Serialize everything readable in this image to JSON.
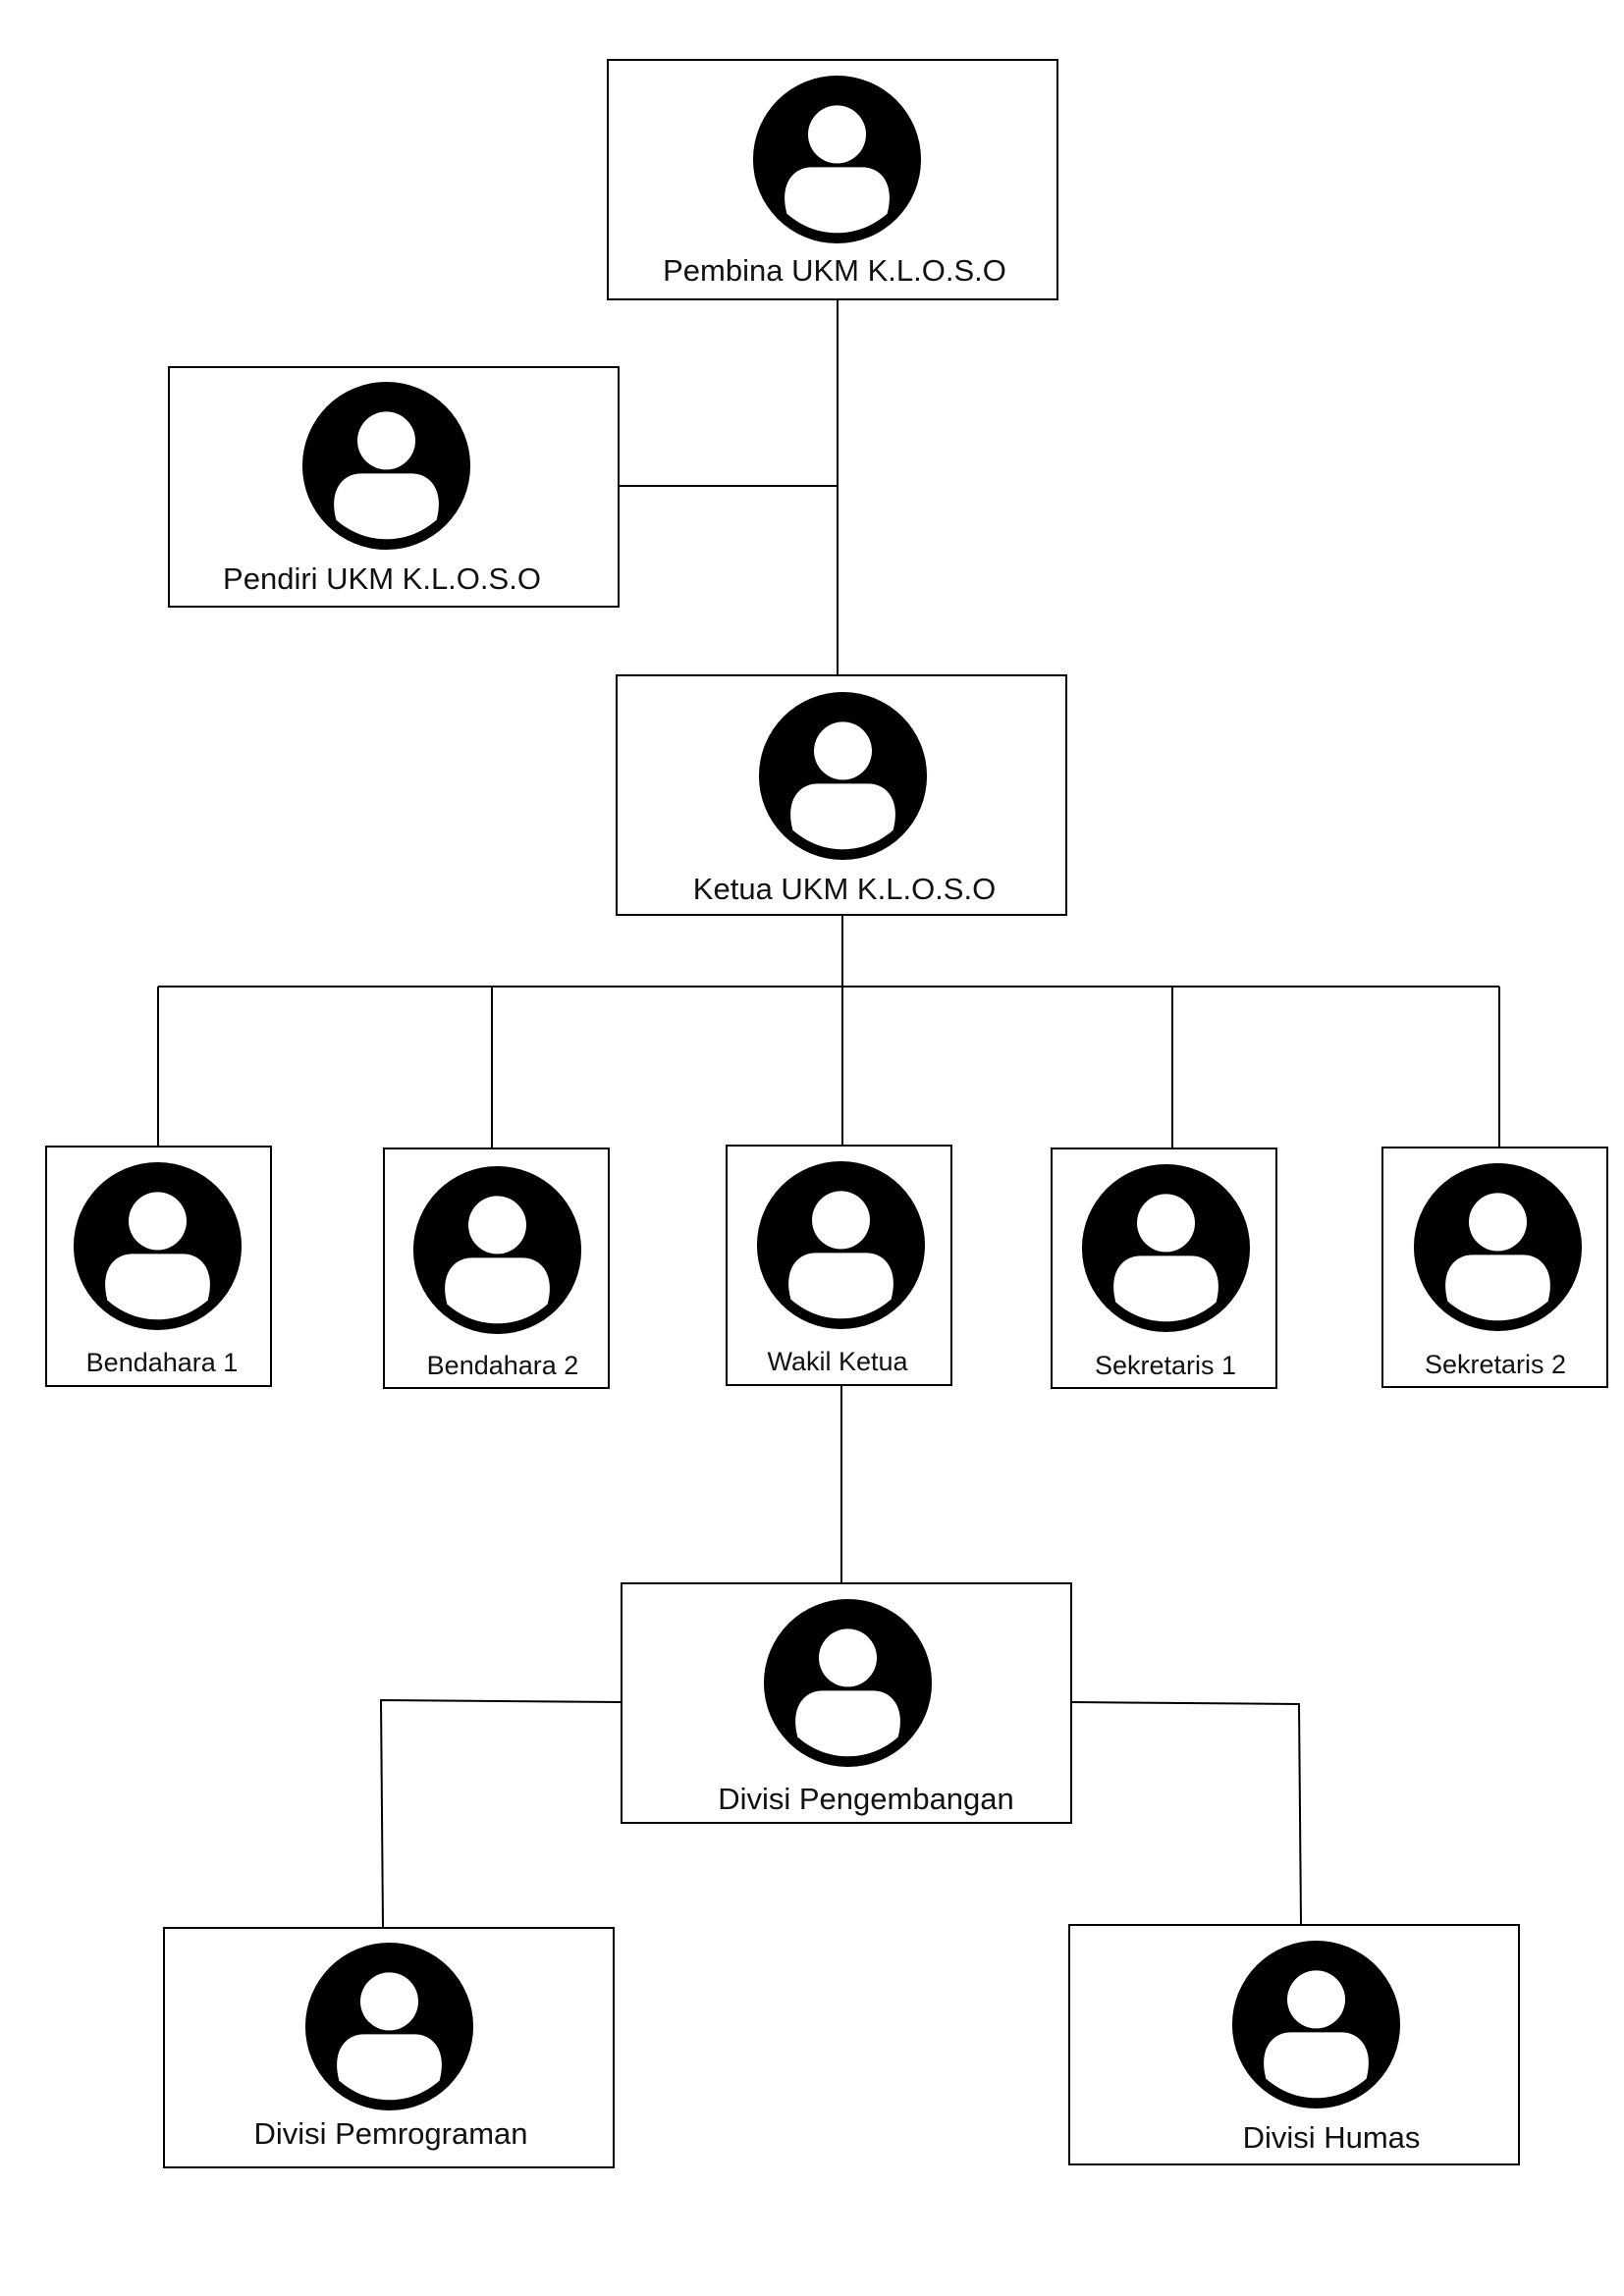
{
  "org_chart": {
    "nodes": [
      {
        "id": "pembina",
        "label": "Pembina UKM K.L.O.S.O",
        "icon": "user-avatar-icon"
      },
      {
        "id": "pendiri",
        "label": "Pendiri UKM K.L.O.S.O",
        "icon": "user-avatar-icon"
      },
      {
        "id": "ketua",
        "label": "Ketua UKM K.L.O.S.O",
        "icon": "user-avatar-icon"
      },
      {
        "id": "bendahara-1",
        "label": "Bendahara 1",
        "icon": "user-avatar-icon"
      },
      {
        "id": "bendahara-2",
        "label": "Bendahara 2",
        "icon": "user-avatar-icon"
      },
      {
        "id": "wakil-ketua",
        "label": "Wakil Ketua",
        "icon": "user-avatar-icon"
      },
      {
        "id": "sekretaris-1",
        "label": "Sekretaris 1",
        "icon": "user-avatar-icon"
      },
      {
        "id": "sekretaris-2",
        "label": "Sekretaris 2",
        "icon": "user-avatar-icon"
      },
      {
        "id": "divisi-pengembangan",
        "label": "Divisi Pengembangan",
        "icon": "user-avatar-icon"
      },
      {
        "id": "divisi-pemrograman",
        "label": "Divisi Pemrograman",
        "icon": "user-avatar-icon"
      },
      {
        "id": "divisi-humas",
        "label": "Divisi Humas",
        "icon": "user-avatar-icon"
      }
    ],
    "edges": [
      [
        "pembina",
        "ketua"
      ],
      [
        "pendiri",
        "ketua"
      ],
      [
        "ketua",
        "bendahara-1"
      ],
      [
        "ketua",
        "bendahara-2"
      ],
      [
        "ketua",
        "wakil-ketua"
      ],
      [
        "ketua",
        "sekretaris-1"
      ],
      [
        "ketua",
        "sekretaris-2"
      ],
      [
        "wakil-ketua",
        "divisi-pengembangan"
      ],
      [
        "divisi-pengembangan",
        "divisi-pemrograman"
      ],
      [
        "divisi-pengembangan",
        "divisi-humas"
      ]
    ]
  }
}
